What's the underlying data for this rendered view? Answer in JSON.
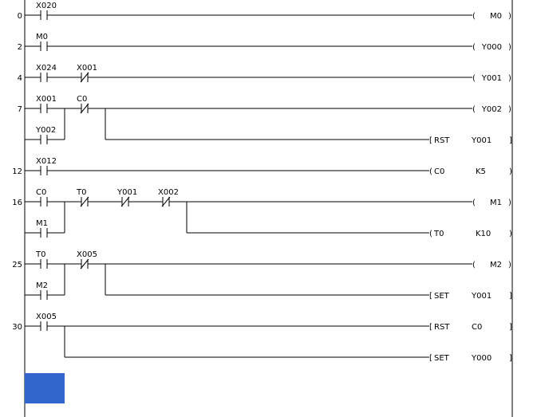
{
  "rungs": [
    {
      "step": "0",
      "contacts": [
        {
          "label": "X020",
          "type": "NO",
          "col": 0,
          "row": 0
        }
      ],
      "outputs": [
        {
          "kind": "coil",
          "text": "M0",
          "row": 0
        }
      ]
    },
    {
      "step": "2",
      "contacts": [
        {
          "label": "M0",
          "type": "NO",
          "col": 0,
          "row": 0
        }
      ],
      "outputs": [
        {
          "kind": "coil",
          "text": "Y000",
          "row": 0
        }
      ]
    },
    {
      "step": "4",
      "contacts": [
        {
          "label": "X024",
          "type": "NO",
          "col": 0,
          "row": 0
        },
        {
          "label": "X001",
          "type": "NC",
          "col": 1,
          "row": 0
        }
      ],
      "outputs": [
        {
          "kind": "coil",
          "text": "Y001",
          "row": 0
        }
      ]
    },
    {
      "step": "7",
      "contacts": [
        {
          "label": "X001",
          "type": "NO",
          "col": 0,
          "row": 0
        },
        {
          "label": "Y002",
          "type": "NO",
          "col": 0,
          "row": 1
        },
        {
          "label": "C0",
          "type": "NC",
          "col": 1,
          "row": 0
        }
      ],
      "parallel": {
        "start_col": 0,
        "end_col": 0
      },
      "outputs": [
        {
          "kind": "coil",
          "text": "Y002",
          "row": 0
        },
        {
          "kind": "instr",
          "op": "RST",
          "arg": "Y001",
          "row": 1,
          "branch_after_col": 1
        }
      ]
    },
    {
      "step": "12",
      "contacts": [
        {
          "label": "X012",
          "type": "NO",
          "col": 0,
          "row": 0
        }
      ],
      "outputs": [
        {
          "kind": "counter",
          "op": "C0",
          "arg": "K5",
          "row": 0
        }
      ]
    },
    {
      "step": "16",
      "contacts": [
        {
          "label": "C0",
          "type": "NO",
          "col": 0,
          "row": 0
        },
        {
          "label": "M1",
          "type": "NO",
          "col": 0,
          "row": 1
        },
        {
          "label": "T0",
          "type": "NC",
          "col": 1,
          "row": 0
        },
        {
          "label": "Y001",
          "type": "NC",
          "col": 2,
          "row": 0
        },
        {
          "label": "X002",
          "type": "NC",
          "col": 3,
          "row": 0
        }
      ],
      "parallel": {
        "start_col": 0,
        "end_col": 0
      },
      "outputs": [
        {
          "kind": "coil",
          "text": "M1",
          "row": 0
        },
        {
          "kind": "counter",
          "op": "T0",
          "arg": "K10",
          "row": 1,
          "branch_after_col": 3
        }
      ]
    },
    {
      "step": "25",
      "contacts": [
        {
          "label": "T0",
          "type": "NO",
          "col": 0,
          "row": 0
        },
        {
          "label": "M2",
          "type": "NO",
          "col": 0,
          "row": 1
        },
        {
          "label": "X005",
          "type": "NC",
          "col": 1,
          "row": 0
        }
      ],
      "parallel": {
        "start_col": 0,
        "end_col": 0
      },
      "outputs": [
        {
          "kind": "coil",
          "text": "M2",
          "row": 0
        },
        {
          "kind": "instr",
          "op": "SET",
          "arg": "Y001",
          "row": 1,
          "branch_after_col": 1
        }
      ]
    },
    {
      "step": "30",
      "contacts": [
        {
          "label": "X005",
          "type": "NO",
          "col": 0,
          "row": 0
        }
      ],
      "outputs": [
        {
          "kind": "instr",
          "op": "RST",
          "arg": "C0",
          "row": 0
        },
        {
          "kind": "instr",
          "op": "SET",
          "arg": "Y000",
          "row": 1,
          "branch_after_col": 0
        }
      ]
    }
  ],
  "colors": {
    "line": "#000000",
    "cursor": "#3366cc",
    "background": "#ffffff"
  }
}
